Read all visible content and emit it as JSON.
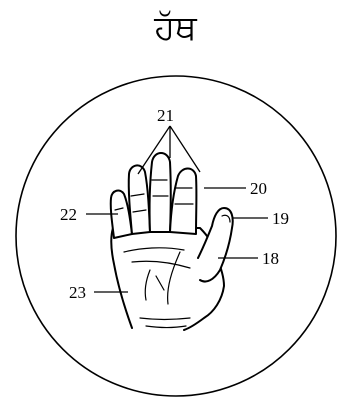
{
  "title": "ਹੱਥ",
  "labels": {
    "fingers": "21",
    "index_finger": "20",
    "thumb_tip": "19",
    "thumb": "18",
    "little_finger": "22",
    "palm": "23"
  }
}
